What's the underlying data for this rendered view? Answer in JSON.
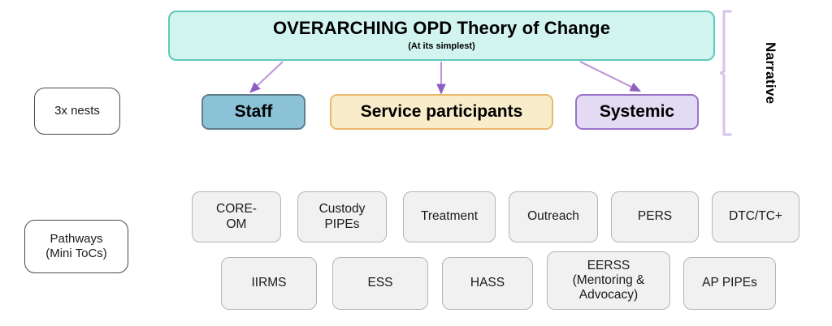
{
  "diagram": {
    "title_banner": {
      "main": "OVERARCHING OPD Theory of Change",
      "sub": "(At its simplest)",
      "fill": "#d2f4ef",
      "border": "#5fc9bb"
    },
    "row_labels": [
      {
        "name": "nests-label",
        "text": "3x nests"
      },
      {
        "name": "pathways-label",
        "text": "Pathways\n(Mini ToCs)"
      }
    ],
    "nests": [
      {
        "label": "Staff",
        "fill": "#8cc2d7",
        "border": "#5f7d8c"
      },
      {
        "label": "Service participants",
        "fill": "#f8ecca",
        "border": "#e9b96b"
      },
      {
        "label": "Systemic",
        "fill": "#e3daf3",
        "border": "#9a73c8"
      }
    ],
    "pathways_row1": [
      {
        "label": "CORE-\nOM"
      },
      {
        "label": "Custody\nPIPEs"
      },
      {
        "label": "Treatment"
      },
      {
        "label": "Outreach"
      },
      {
        "label": "PERS"
      },
      {
        "label": "DTC/TC+"
      }
    ],
    "pathways_row2": [
      {
        "label": "IIRMS"
      },
      {
        "label": "ESS"
      },
      {
        "label": "HASS"
      },
      {
        "label": "EERSS\n(Mentoring &\nAdvocacy)"
      },
      {
        "label": "AP PIPEs"
      }
    ],
    "narrative": {
      "label": "Narrative",
      "bracket_color": "#d8c5ec"
    },
    "arrow_color": "#a97fd0"
  }
}
